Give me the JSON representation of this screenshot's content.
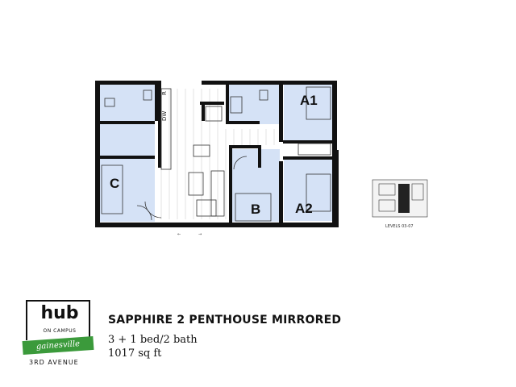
{
  "floorplan": {
    "rooms": {
      "a1": "A1",
      "a2": "A2",
      "b": "B",
      "c": "C"
    },
    "appliances": {
      "refrigerator": "R",
      "dishwasher": "DW"
    },
    "colors": {
      "bedroom_fill": "#d5e2f6",
      "wall": "#111111",
      "floor": "#ffffff"
    }
  },
  "keyplan": {
    "levels_label": "LEVELS 03-07"
  },
  "logo": {
    "wordmark": "hub",
    "tagline": "ON CAMPUS",
    "city": "gainesville",
    "street": "3RD AVENUE",
    "accent_color": "#3b9a3b"
  },
  "unit": {
    "name": "SAPPHIRE 2 PENTHOUSE MIRRORED",
    "beds_baths": "3 + 1 bed/2 bath",
    "area": "1017 sq ft"
  }
}
